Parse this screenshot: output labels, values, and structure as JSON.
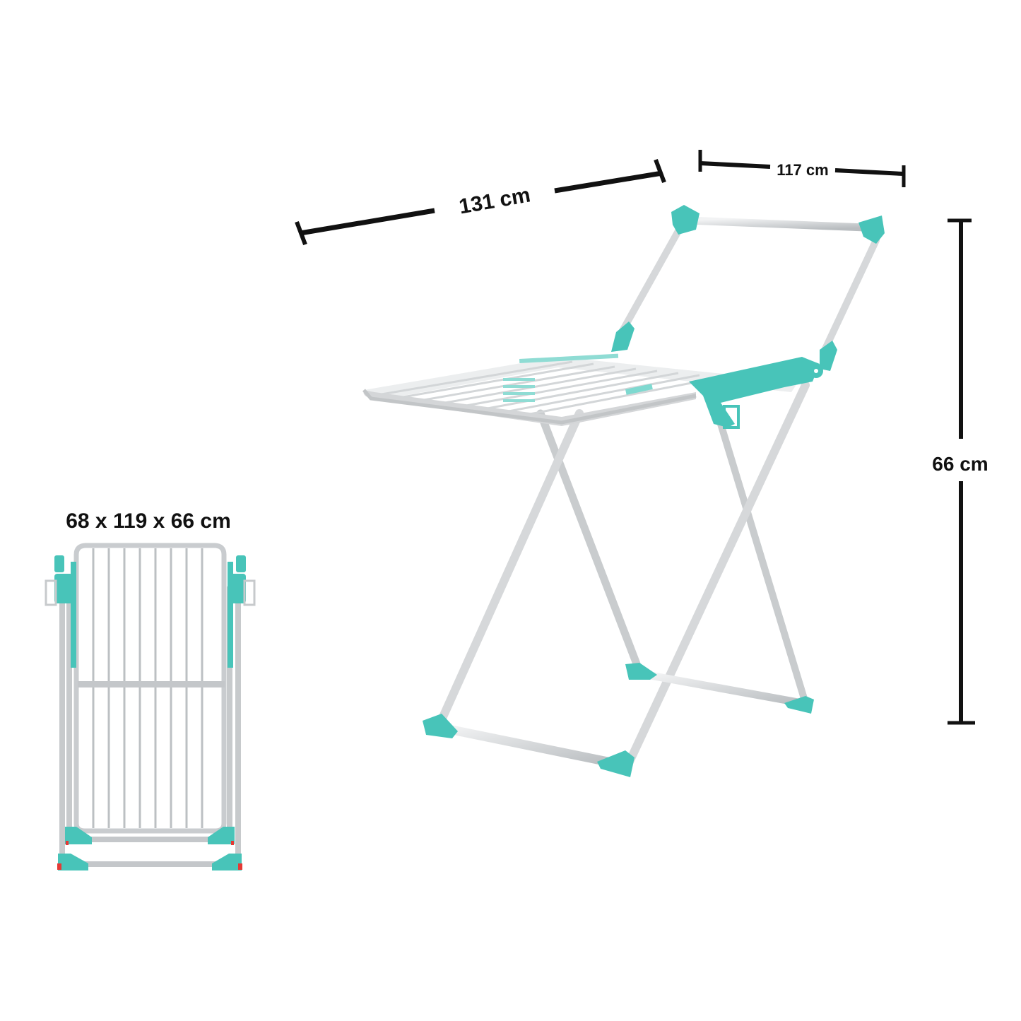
{
  "diagram": {
    "subject": "Foldable clothes drying rack with wings",
    "colors": {
      "background": "#ffffff",
      "frame": "#d8dadc",
      "frame_shadow": "#a9adb0",
      "accent_teal": "#48c4b9",
      "accent_teal_dark": "#2a8f86",
      "dimension_line": "#111111",
      "foot_stopper": "#e53935"
    },
    "dimensions_open": {
      "length": {
        "value": 131,
        "unit": "cm",
        "label": "131 cm"
      },
      "width": {
        "value": 117,
        "unit": "cm",
        "label": "117 cm"
      },
      "height": {
        "value": 66,
        "unit": "cm",
        "label": "66 cm"
      }
    },
    "dimensions_folded": {
      "label": "68 x 119 x 66 cm",
      "values": [
        68,
        119,
        66
      ],
      "unit": "cm"
    },
    "views": [
      {
        "name": "open-perspective-view",
        "description": "Rack unfolded with one wing raised, X-shaped legs"
      },
      {
        "name": "folded-front-view",
        "description": "Rack folded flat, seen from the front"
      }
    ]
  }
}
